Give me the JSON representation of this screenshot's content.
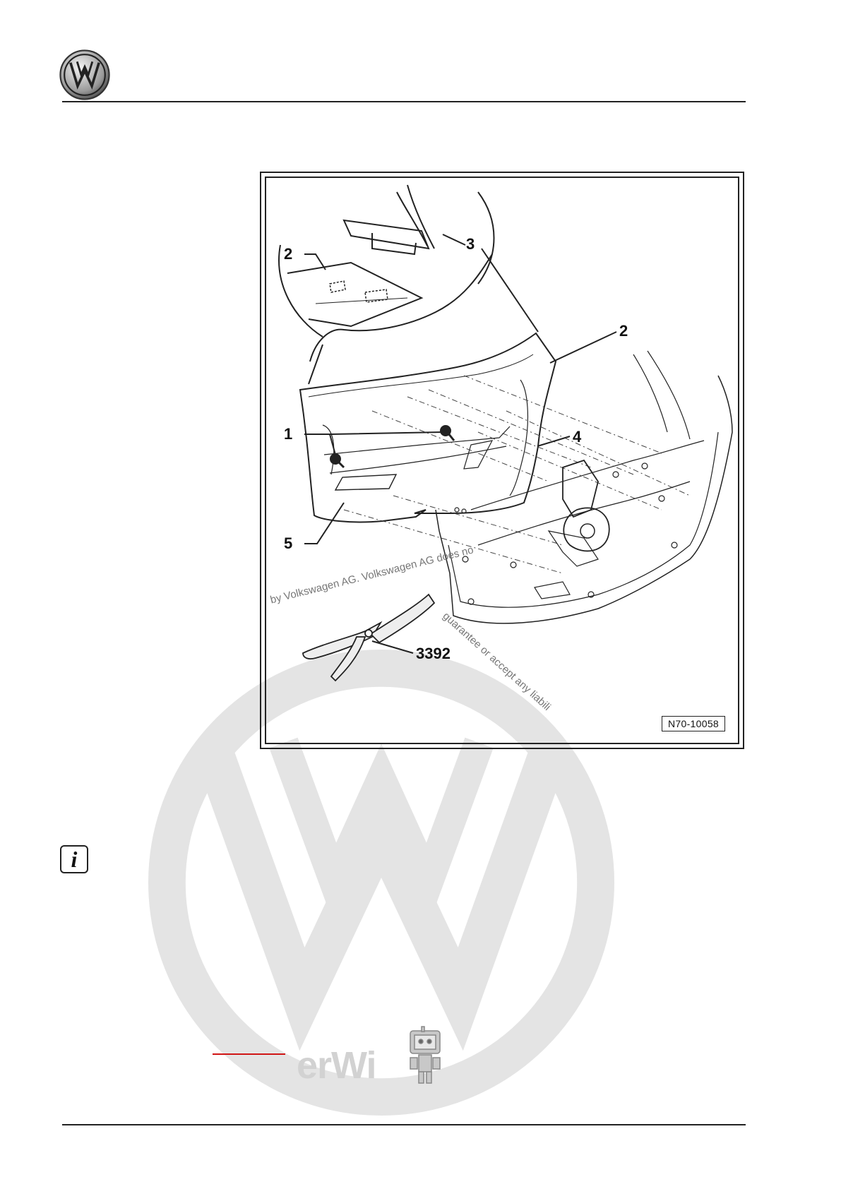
{
  "header": {
    "logo_icon": "volkswagen-logo-icon"
  },
  "figure": {
    "callouts": {
      "c1": "1",
      "c2_top": "2",
      "c2_right": "2",
      "c3": "3",
      "c4": "4",
      "c5": "5",
      "tool": "3392"
    },
    "reference_code": "N70-10058",
    "copyright_line": "by Volkswagen AG. Volkswagen AG does not guarantee or accept any liability",
    "copyright_line_a": "by Volkswagen AG. Volkswagen AG does no",
    "copyright_line_b": "guarantee or accept any liabili"
  },
  "note": {
    "icon": "info-note-icon",
    "glyph": "i"
  },
  "watermark": {
    "text": "erWi",
    "figure_icon": "robot-mascot-icon"
  },
  "colors": {
    "rule": "#222222",
    "watermark": "#d2d2d2",
    "link": "#d01515"
  }
}
